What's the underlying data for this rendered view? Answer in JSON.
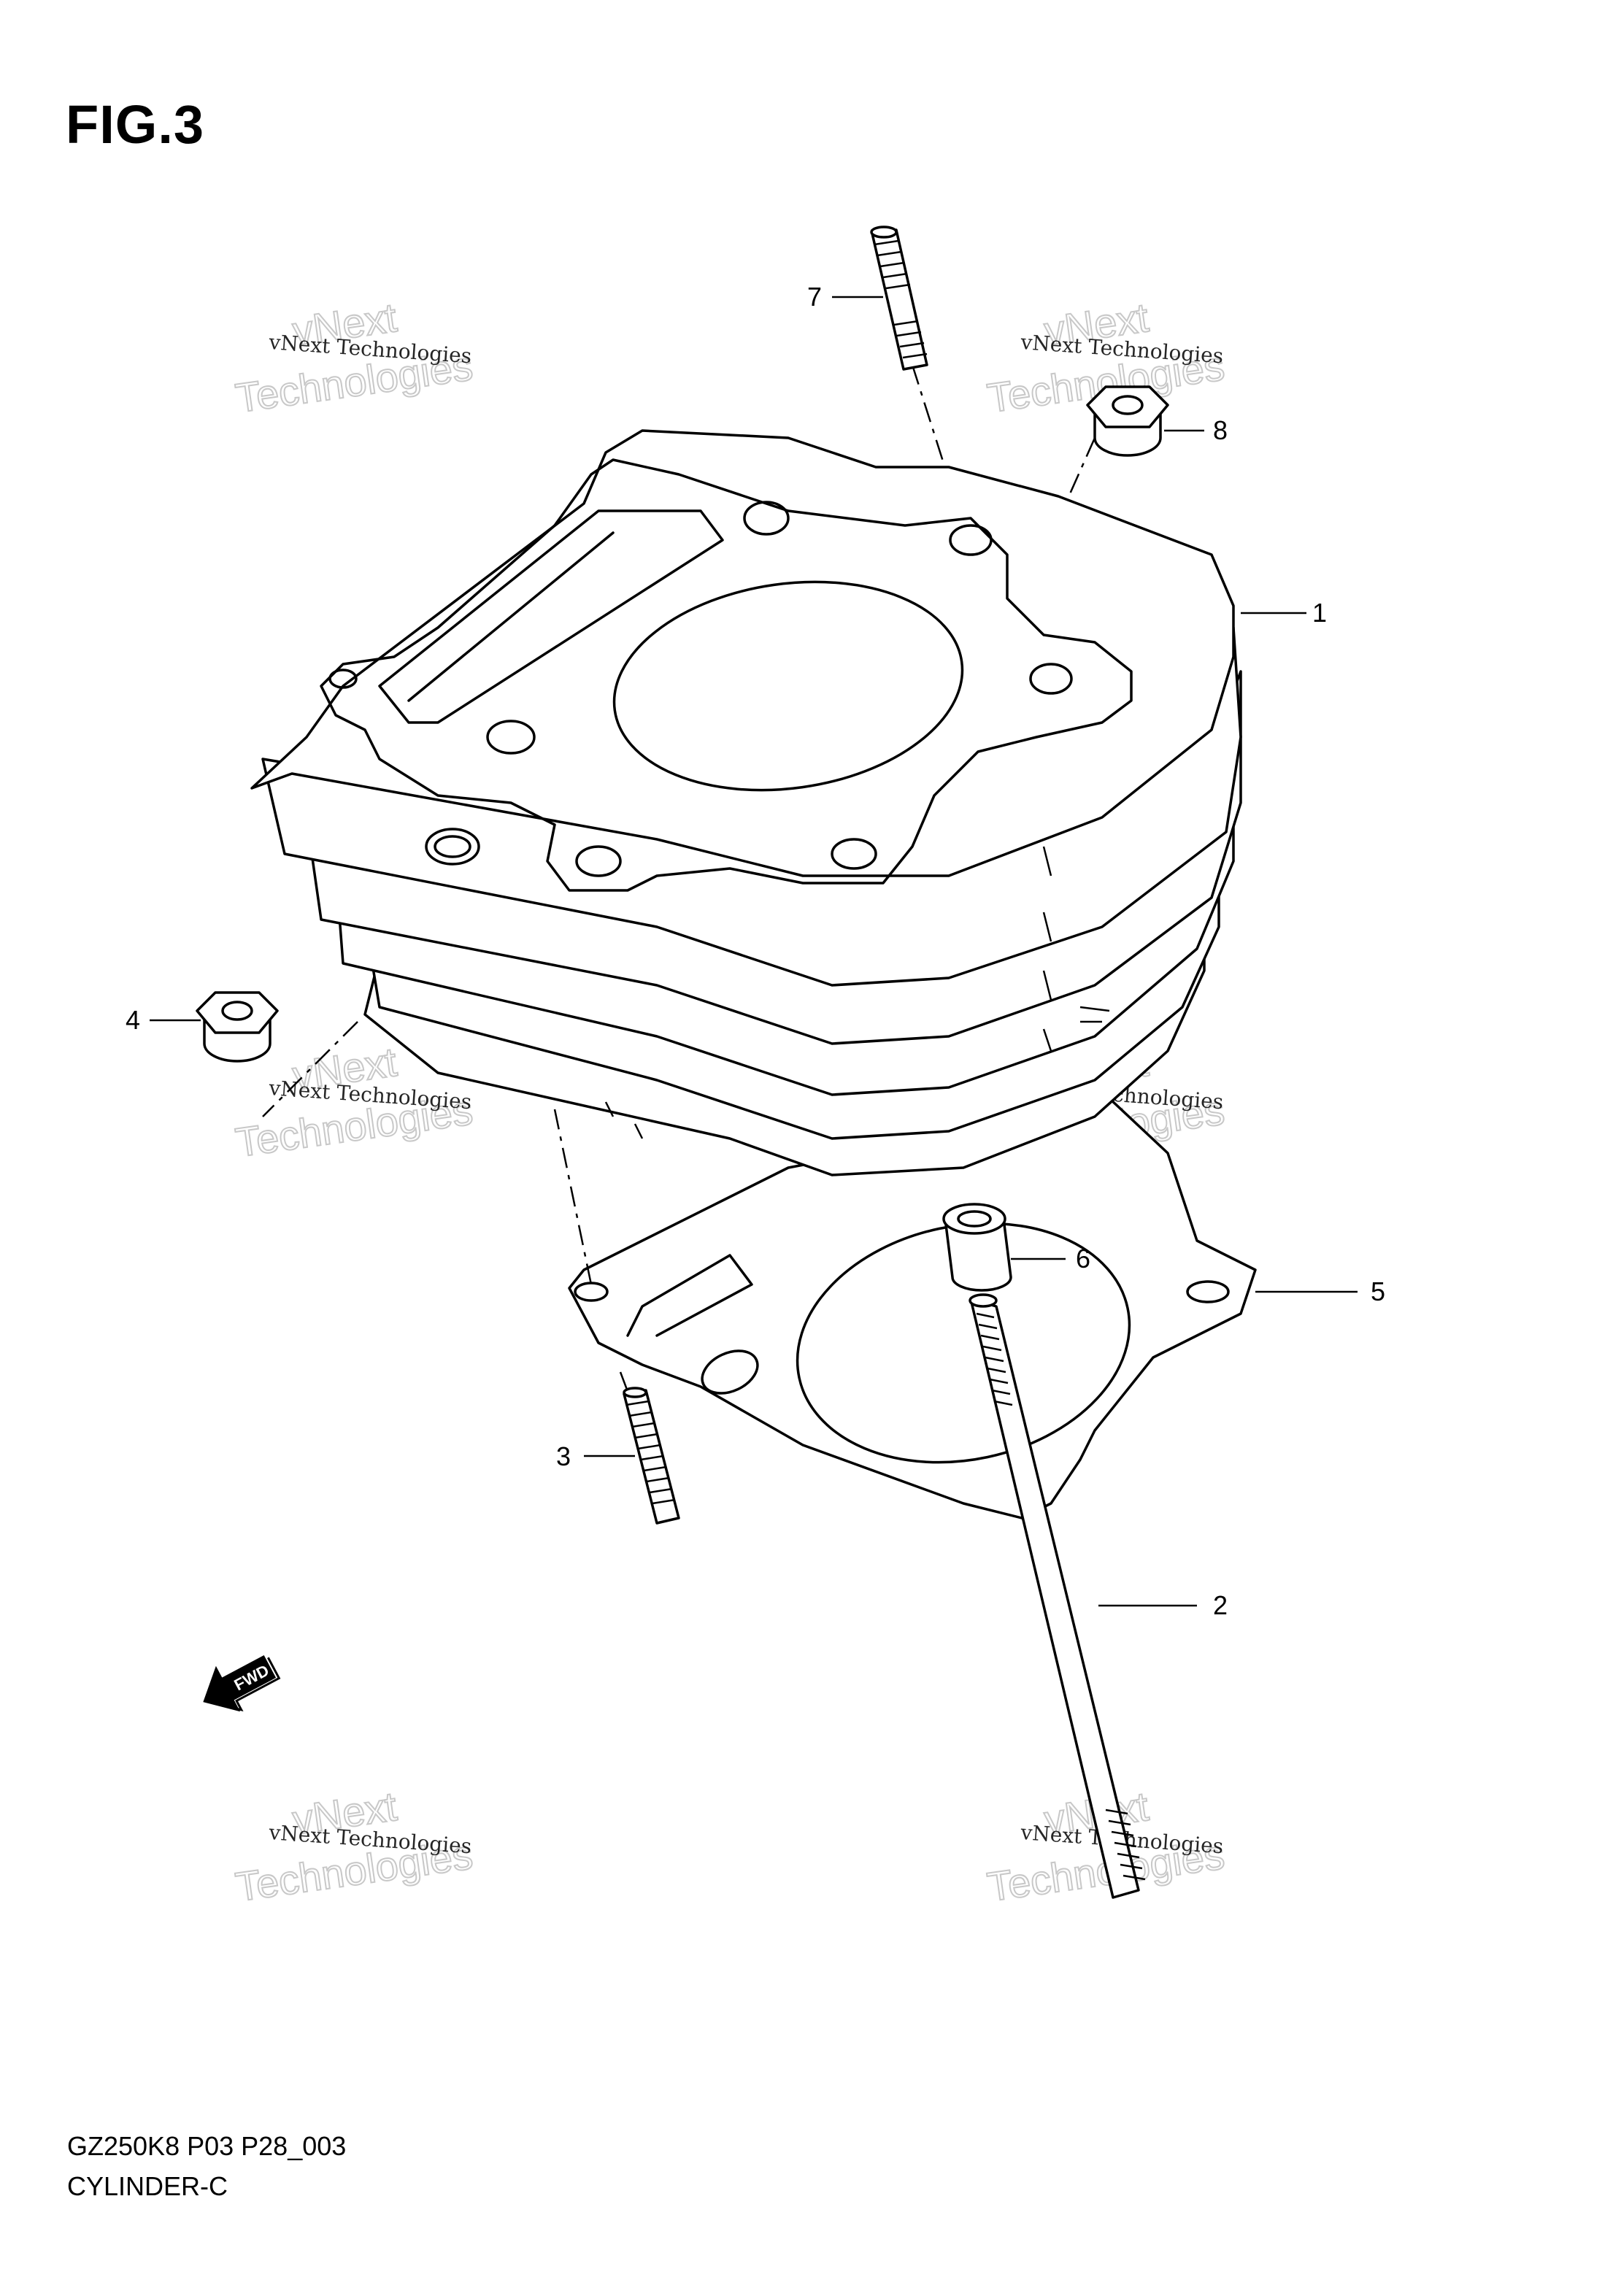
{
  "figure_title": "FIG.3",
  "footer": {
    "code": "GZ250K8 P03 P28_003",
    "name": "CYLINDER-C"
  },
  "callouts": [
    "1",
    "2",
    "3",
    "4",
    "5",
    "6",
    "7",
    "8"
  ],
  "fwd_label": "FWD",
  "watermark": {
    "small": "vNext Technologies",
    "big_top": "vNext",
    "big_bottom": "Technologies"
  }
}
